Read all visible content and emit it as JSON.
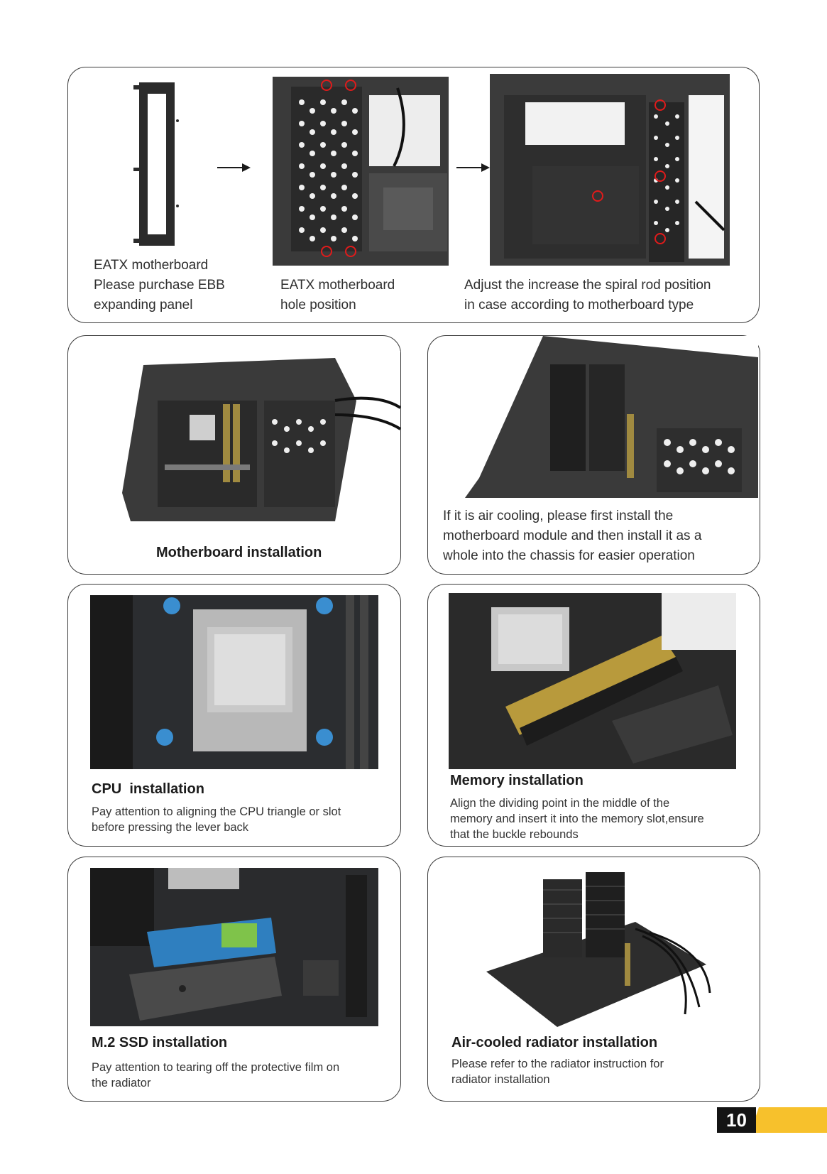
{
  "top_panel": {
    "caption_1": [
      "EATX  motherboard",
      "Please purchase EBB",
      "expanding panel"
    ],
    "caption_2": [
      "EATX  motherboard",
      "hole position"
    ],
    "caption_3": [
      "Adjust the increase the spiral rod position",
      "in case according to motherboard type"
    ]
  },
  "motherboard_panel": {
    "title": "Motherboard installation"
  },
  "air_cooling_panel": {
    "text": [
      "If it is air cooling, please first install the",
      "motherboard module and then install it as a",
      "whole into the chassis for easier operation"
    ]
  },
  "cpu_panel": {
    "title": "CPU  installation",
    "text": [
      "Pay attention to aligning the CPU triangle or slot",
      "before pressing the lever back"
    ]
  },
  "memory_panel": {
    "title": "Memory installation",
    "text": [
      "Align the dividing point in the middle of the",
      "memory and insert it into the memory slot,ensure",
      "that the buckle rebounds"
    ]
  },
  "ssd_panel": {
    "title": "M.2 SSD installation",
    "text": [
      "Pay attention to tearing off the protective film on",
      "the radiator"
    ]
  },
  "radiator_panel": {
    "title": "Air-cooled radiator installation",
    "text": [
      "Please refer to the radiator instruction for",
      "radiator installation"
    ]
  },
  "page_number": "10",
  "colors": {
    "accent": "#f7c12c",
    "marker": "#e01b1b",
    "border": "#3a3a3a"
  }
}
